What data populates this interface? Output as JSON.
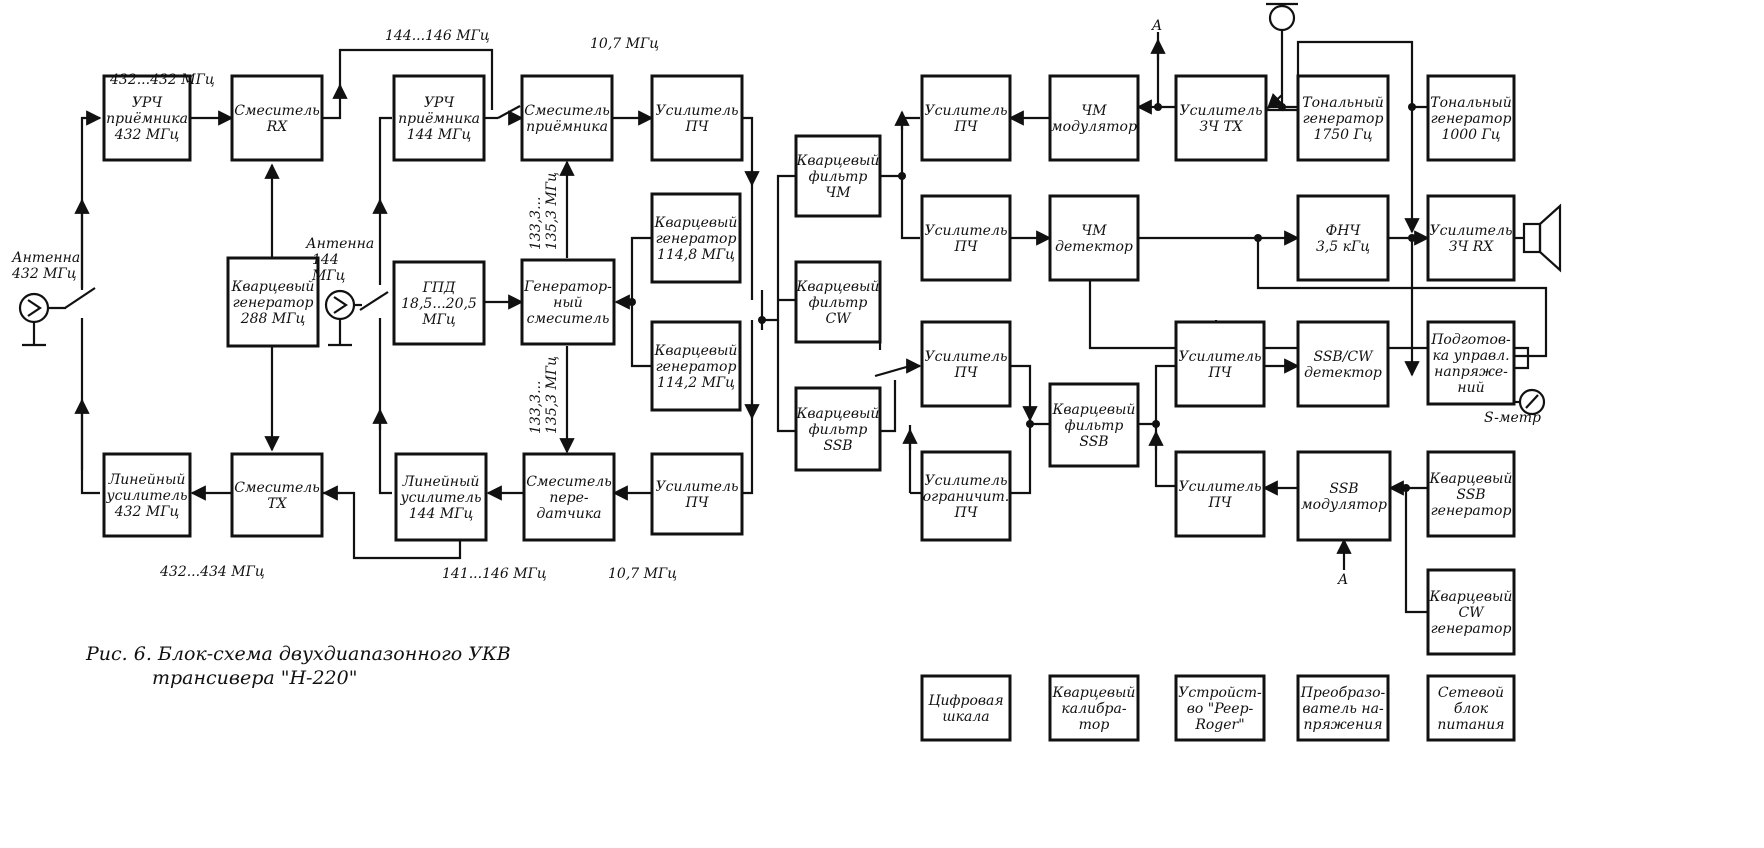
{
  "blocks": [
    {
      "id": "urch432",
      "lines": [
        "УРЧ",
        "приёмника",
        "432 МГц"
      ]
    },
    {
      "id": "mixRX",
      "lines": [
        "Смеситель",
        "RX"
      ]
    },
    {
      "id": "urch144",
      "lines": [
        "УРЧ",
        "приёмника",
        "144 МГц"
      ]
    },
    {
      "id": "mixRcv",
      "lines": [
        "Смеситель",
        "приёмника"
      ]
    },
    {
      "id": "ifAmp1",
      "lines": [
        "Усилитель",
        "ПЧ"
      ]
    },
    {
      "id": "xtal288",
      "lines": [
        "Кварцевый",
        "генератор",
        "288 МГц"
      ]
    },
    {
      "id": "gpd",
      "lines": [
        "ГПД",
        "18,5...20,5",
        "МГц"
      ]
    },
    {
      "id": "genMix",
      "lines": [
        "Генератор-",
        "ный",
        "смеситель"
      ]
    },
    {
      "id": "xtal1148",
      "lines": [
        "Кварцевый",
        "генератор",
        "114,8 МГц"
      ]
    },
    {
      "id": "xtal1142",
      "lines": [
        "Кварцевый",
        "генератор",
        "114,2 МГц"
      ]
    },
    {
      "id": "linAmp432",
      "lines": [
        "Линейный",
        "усилитель",
        "432 МГц"
      ]
    },
    {
      "id": "mixTX",
      "lines": [
        "Смеситель",
        "TX"
      ]
    },
    {
      "id": "linAmp144",
      "lines": [
        "Линейный",
        "усилитель",
        "144 МГц"
      ]
    },
    {
      "id": "mixTx2",
      "lines": [
        "Смеситель",
        "пере-",
        "датчика"
      ]
    },
    {
      "id": "ifAmp2",
      "lines": [
        "Усилитель",
        "ПЧ"
      ]
    },
    {
      "id": "xfFM",
      "lines": [
        "Кварцевый",
        "фильтр",
        "ЧМ"
      ]
    },
    {
      "id": "xfCW",
      "lines": [
        "Кварцевый",
        "фильтр",
        "CW"
      ]
    },
    {
      "id": "xfSSB1",
      "lines": [
        "Кварцевый",
        "фильтр",
        "SSB"
      ]
    },
    {
      "id": "ifAmp3",
      "lines": [
        "Усилитель",
        "ПЧ"
      ]
    },
    {
      "id": "fmMod",
      "lines": [
        "ЧМ",
        "модулятор"
      ]
    },
    {
      "id": "afTX",
      "lines": [
        "Усилитель",
        "ЗЧ  TX"
      ]
    },
    {
      "id": "tone1750",
      "lines": [
        "Тональный",
        "генератор",
        "1750 Гц"
      ]
    },
    {
      "id": "tone1000",
      "lines": [
        "Тональный",
        "генератор",
        "1000 Гц"
      ]
    },
    {
      "id": "ifAmp4",
      "lines": [
        "Усилитель",
        "ПЧ"
      ]
    },
    {
      "id": "fmDet",
      "lines": [
        "ЧМ",
        "детектор"
      ]
    },
    {
      "id": "lpf",
      "lines": [
        "ФНЧ",
        "3,5 кГц"
      ]
    },
    {
      "id": "afRX",
      "lines": [
        "Усилитель",
        "ЗЧ RX"
      ]
    },
    {
      "id": "ifAmp5",
      "lines": [
        "Усилитель",
        "ПЧ"
      ]
    },
    {
      "id": "ifAmp6",
      "lines": [
        "Усилитель",
        "ПЧ"
      ]
    },
    {
      "id": "ssbcwDet",
      "lines": [
        "SSB/CW",
        "детектор"
      ]
    },
    {
      "id": "ctrlV",
      "lines": [
        "Подготов-",
        "ка управл.",
        "напряже-",
        "ний"
      ]
    },
    {
      "id": "xfSSB2",
      "lines": [
        "Кварцевый",
        "фильтр",
        "SSB"
      ]
    },
    {
      "id": "limAmp",
      "lines": [
        "Усилитель",
        "ограничит.",
        "ПЧ"
      ]
    },
    {
      "id": "ifAmp7",
      "lines": [
        "Усилитель",
        "ПЧ"
      ]
    },
    {
      "id": "ssbMod",
      "lines": [
        "SSB",
        "модулятор"
      ]
    },
    {
      "id": "xtalSSB",
      "lines": [
        "Кварцевый",
        "SSB",
        "генератор"
      ]
    },
    {
      "id": "xtalCW",
      "lines": [
        "Кварцевый",
        "CW",
        "генератор"
      ]
    },
    {
      "id": "digScale",
      "lines": [
        "Цифровая",
        "шкала"
      ]
    },
    {
      "id": "xtalCal",
      "lines": [
        "Кварцевый",
        "калибра-",
        "тор"
      ]
    },
    {
      "id": "beep",
      "lines": [
        "Устройст-",
        "во \"Peep-",
        "Roger\""
      ]
    },
    {
      "id": "conv",
      "lines": [
        "Преобразо-",
        "ватель на-",
        "пряжения"
      ]
    },
    {
      "id": "psu",
      "lines": [
        "Сетевой",
        "блок",
        "питания"
      ]
    }
  ],
  "labels": {
    "f432in": "432...432 МГц",
    "f144top": "144...146 МГц",
    "f107top": "10,7 МГц",
    "ant432": [
      "Антенна",
      "432 МГц"
    ],
    "ant144": [
      "Антенна",
      "144",
      "МГц"
    ],
    "f1333a": [
      "133,3...",
      "135,3 МГц"
    ],
    "f1333b": [
      "133,3...",
      "135,3 МГц"
    ],
    "f432out": "432...434 МГц",
    "f144bot": "141...146 МГц",
    "f107bot": "10,7 МГц",
    "pointA_top": "A",
    "pointA_bot": "A",
    "smeter": "S-метр"
  },
  "caption": [
    "Рис. 6. Блок-схема двухдиапазонного  УКВ",
    "трансивера  \"Н-220\""
  ]
}
